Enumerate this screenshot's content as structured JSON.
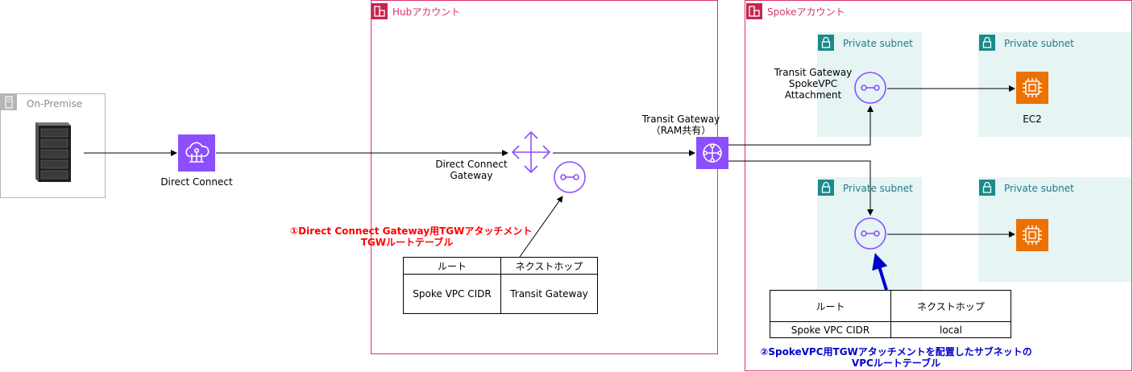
{
  "hub_account": {
    "label": "Hubアカウント"
  },
  "spoke_account": {
    "label": "Spokeアカウント"
  },
  "on_premise": {
    "label": "On-Premise"
  },
  "direct_connect": {
    "label": "Direct Connect"
  },
  "dx_gateway": {
    "label_line1": "Direct Connect",
    "label_line2": "Gateway"
  },
  "transit_gateway": {
    "label_line1": "Transit Gateway",
    "label_line2": "（RAM共有）"
  },
  "tgw_attachment": {
    "line1": "Transit Gateway",
    "line2": "SpokeVPC",
    "line3": "Attachment"
  },
  "subnets": [
    {
      "label": "Private subnet"
    },
    {
      "label": "Private subnet"
    },
    {
      "label": "Private subnet"
    },
    {
      "label": "Private subnet"
    }
  ],
  "ec2": {
    "label": "EC2"
  },
  "note_tgw": {
    "line1": "①Direct Connect Gateway用TGWアタッチメント",
    "line2": "TGWルートテーブル",
    "color": "#ff0000"
  },
  "note_vpc": {
    "line1": "②SpokeVPC用TGWアタッチメントを配置したサブネットの",
    "line2": "VPCルートテーブル",
    "color": "#0000cc"
  },
  "tgw_route_table": {
    "headers": [
      "ルート",
      "ネクストホップ"
    ],
    "rows": [
      [
        "Spoke VPC CIDR",
        "Transit Gateway"
      ]
    ]
  },
  "vpc_route_table": {
    "headers": [
      "ルート",
      "ネクストホップ"
    ],
    "rows": [
      [
        "Spoke VPC CIDR",
        "local"
      ]
    ]
  },
  "colors": {
    "account_border": "#d6336c",
    "subnet_fill": "#e6f4f4",
    "network_icon": "#8c4fff",
    "compute_icon": "#ed7100",
    "dx_icon": "#8c4fff"
  }
}
